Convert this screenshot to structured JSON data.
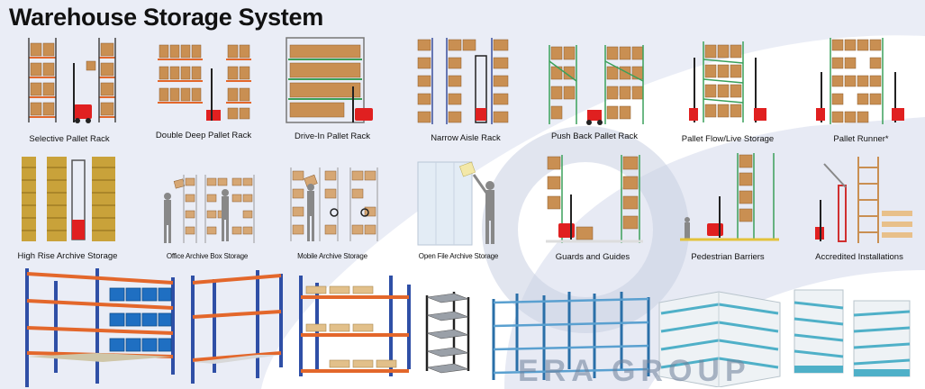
{
  "title": "Warehouse Storage System",
  "row1": [
    "Selective Pallet Rack",
    "Double Deep Pallet Rack",
    "Drive-In Pallet Rack",
    "Narrow Aisle Rack",
    "Push Back Pallet Rack",
    "Pallet Flow/Live Storage",
    "Pallet Runner*"
  ],
  "row2": [
    "High Rise Archive Storage",
    "Office Archive Box Storage",
    "Mobile Archive Storage",
    "Open File Archive Storage",
    "Guards and Guides",
    "Pedestrian Barriers",
    "Accredited Installations"
  ],
  "watermark": "ERA GROUP",
  "colors": {
    "rack_upright": "#3a4f9c",
    "rack_beam": "#e3672b",
    "carton": "#c98f52",
    "forklift": "#e02020",
    "swoosh": "#cfd6ea",
    "shelf_blue": "#2a6fa8"
  }
}
